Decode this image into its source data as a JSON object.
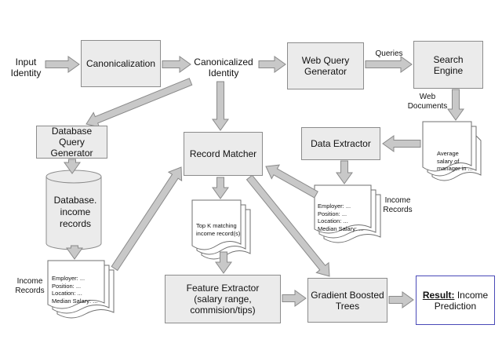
{
  "nodes": {
    "input_identity": "Input\nIdentity",
    "canonicalization": "Canonicalization",
    "canonicalized_identity": "Canonicalized\nIdentity",
    "web_query_generator": "Web Query\nGenerator",
    "queries": "Queries",
    "search_engine": "Search\nEngine",
    "web_documents": "Web\nDocuments",
    "database_query_generator": "Database\nQuery\nGenerator",
    "record_matcher": "Record Matcher",
    "data_extractor": "Data Extractor",
    "database_income_records": "Database.\nincome\nrecords",
    "top_k": "Top K matching\nincome record(s)",
    "income_records_right": "Income\nRecords",
    "income_records_left": "Income\nRecords",
    "feature_extractor": "Feature Extractor\n(salary range,\ncommision/tips)",
    "gradient_boosted_trees": "Gradient Boosted\nTrees",
    "result_bold": "Result:",
    "result_rest": " Income\nPrediction"
  },
  "documents": {
    "web_doc_text": "Average\nsalary of\nmanager in ...",
    "records_right": "Employer: ...\nPosition: ...\nLocation: ...\nMedian Salary: ...",
    "records_left": "Employer: ...\nPosition: ...\nLocation: ...\nMedian Salary: ..."
  },
  "colors": {
    "box_fill": "#ebebeb",
    "box_border": "#8c8c8c",
    "arrow_fill": "#c8c8c8",
    "arrow_stroke": "#8a8a8a",
    "result_border": "#4a4ab8"
  }
}
